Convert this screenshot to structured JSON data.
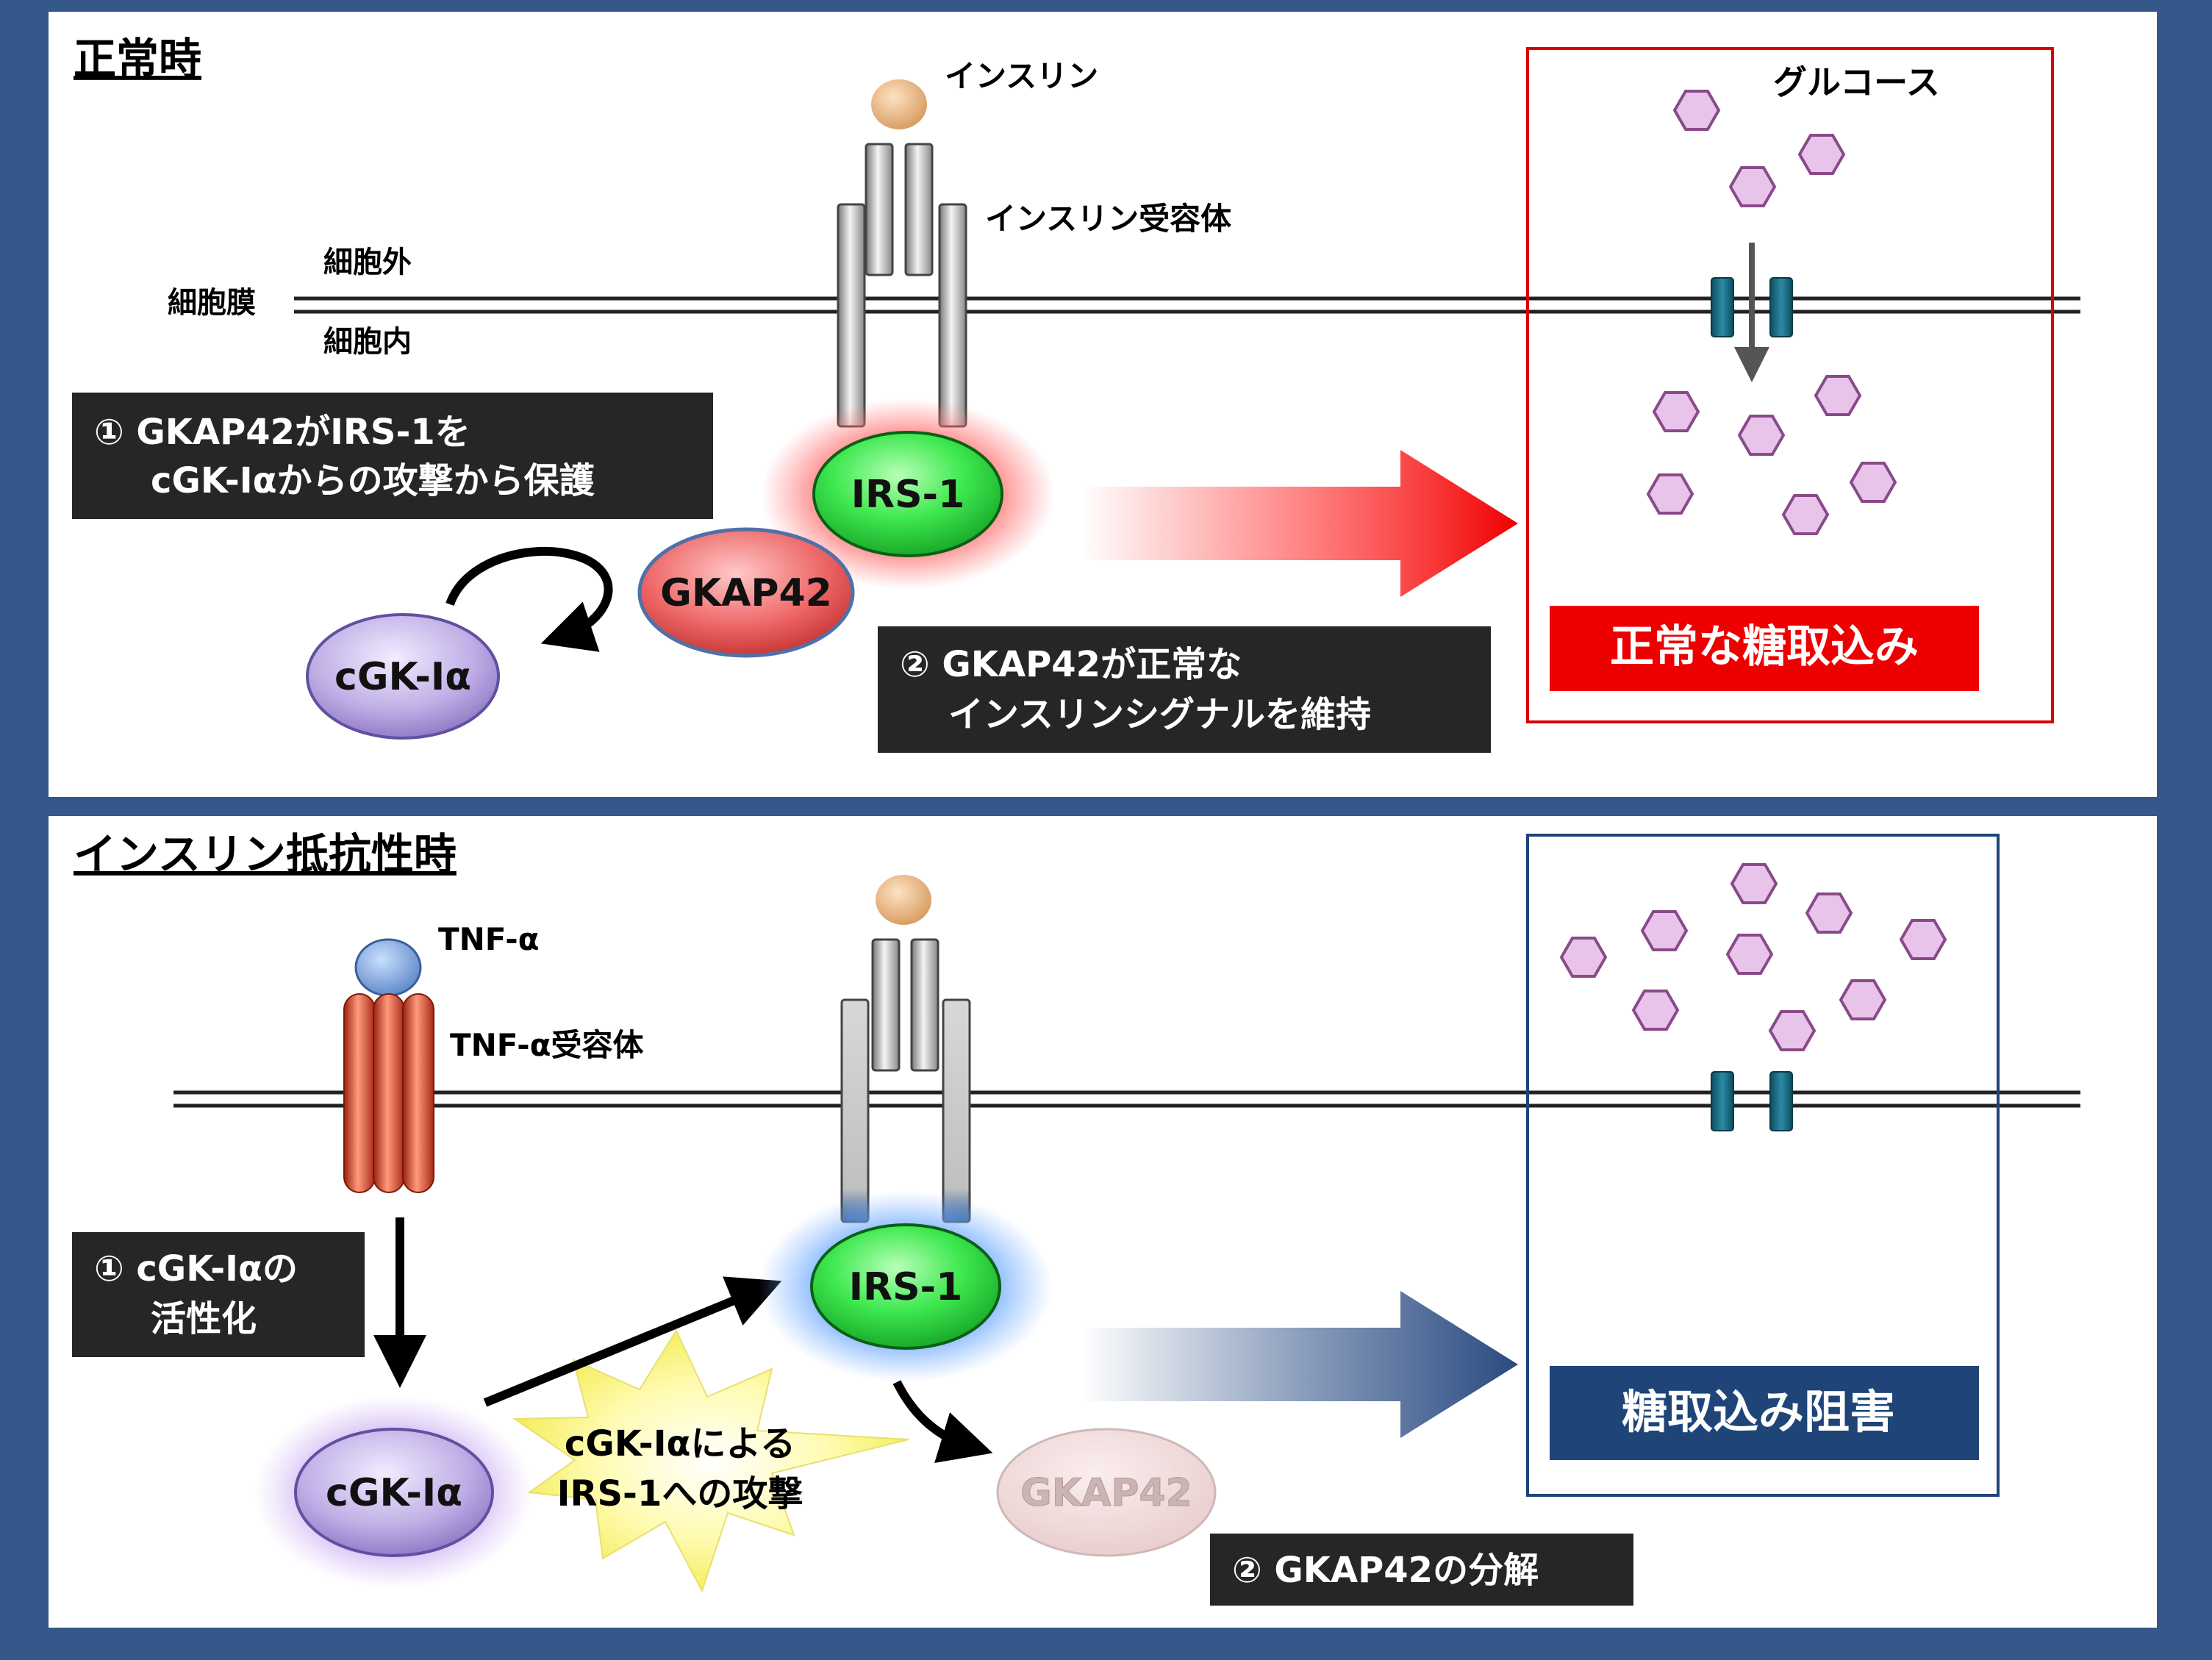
{
  "normal": {
    "title": "正常時",
    "insulin": "インスリン",
    "insulin_receptor": "インスリン受容体",
    "extracellular": "細胞外",
    "membrane": "細胞膜",
    "intracellular": "細胞内",
    "irs1": "IRS-1",
    "gkap42": "GKAP42",
    "cgk": "cGK-Iα",
    "note1_line1": "① GKAP42がIRS-1を",
    "note1_line2": "cGK-Iαからの攻撃から保護",
    "note2_line1": "② GKAP42が正常な",
    "note2_line2": "インスリンシグナルを維持",
    "glucose": "グルコース",
    "result": "正常な糖取込み"
  },
  "resistant": {
    "title": "インスリン抵抗性時",
    "tnf": "TNF-α",
    "tnf_receptor": "TNF-α受容体",
    "note1_line1": "① cGK-Iαの",
    "note1_line2": "活性化",
    "cgk": "cGK-Iα",
    "attack_line1": "cGK-Iαによる",
    "attack_line2": "IRS-1への攻撃",
    "irs1": "IRS-1",
    "gkap42": "GKAP42",
    "note2": "② GKAP42の分解",
    "result": "糖取込み阻害"
  },
  "colors": {
    "frame": "#35578a",
    "panel": "#ffffff",
    "red_box": "#e00000",
    "blue_box": "#1f4578",
    "label_box": "#262626",
    "irs1": "#22d03a",
    "gkap42": "#e05a5a",
    "cgk": "#a58fd0",
    "glucose": "#e8c0e8",
    "transporter": "#1c6e85"
  }
}
